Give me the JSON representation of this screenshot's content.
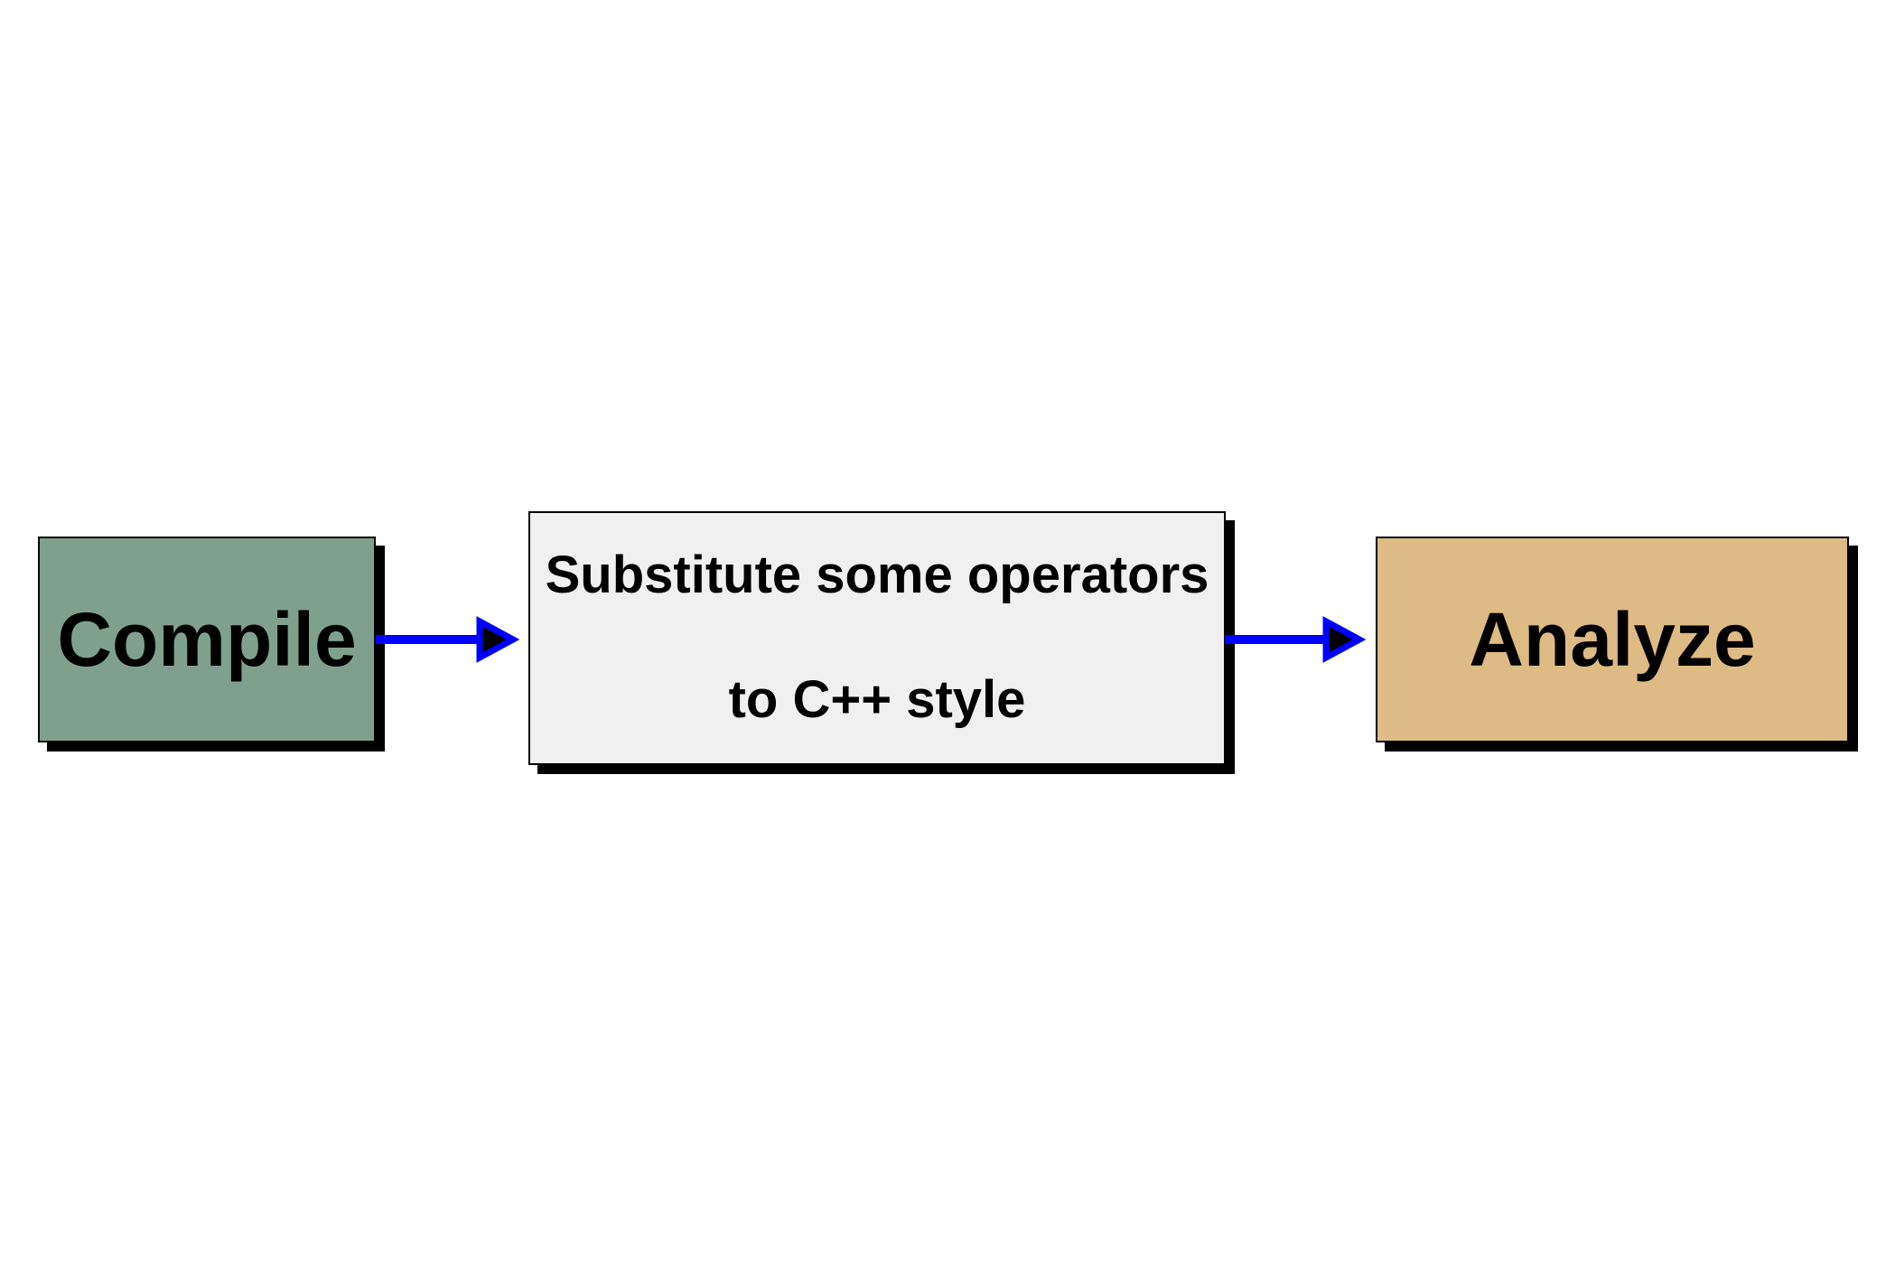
{
  "page": {
    "background": "#ffffff"
  },
  "diagram": {
    "nodes": {
      "compile": {
        "label": "Compile",
        "fill": "#80A08E"
      },
      "substitute": {
        "line1": "Substitute some operators",
        "line2": "to C++ style",
        "fill": "#F0F0F0"
      },
      "analyze": {
        "label": "Analyze",
        "fill": "#DEBA84"
      }
    },
    "arrows": {
      "color": "#0000FF",
      "head_fill": "#000000"
    },
    "border_color": "#000000",
    "shadow_color": "#000000"
  }
}
